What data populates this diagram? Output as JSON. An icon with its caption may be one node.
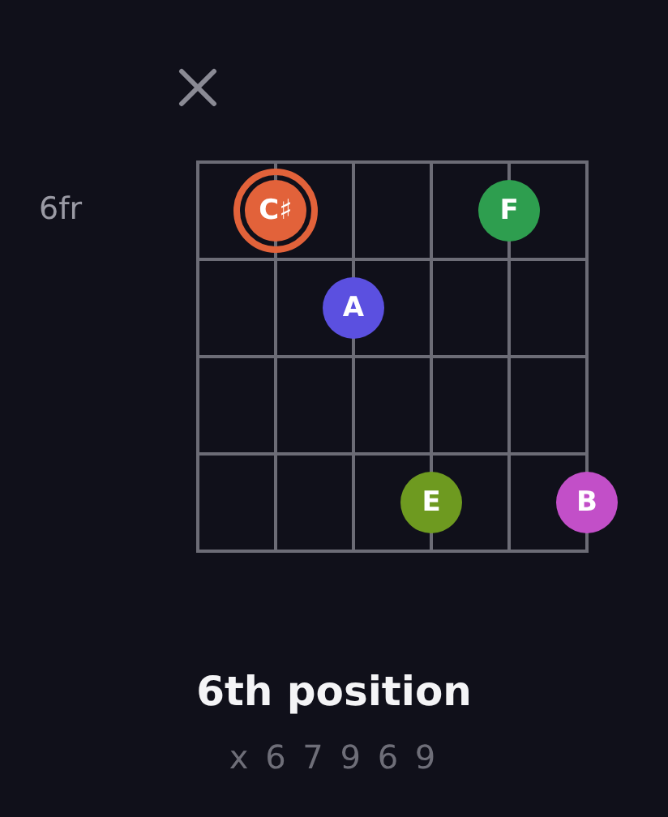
{
  "diagram": {
    "title": "6th position",
    "caption": "x 6 7 9 6 9",
    "nodes": [
      {
        "text": [
          "C♯"
        ]
      },
      {
        "text": [
          "F"
        ]
      },
      {
        "text": [
          "A"
        ]
      },
      {
        "text": [
          "E"
        ]
      },
      {
        "text": [
          "B"
        ]
      }
    ],
    "labels": [
      "6fr"
    ]
  }
}
